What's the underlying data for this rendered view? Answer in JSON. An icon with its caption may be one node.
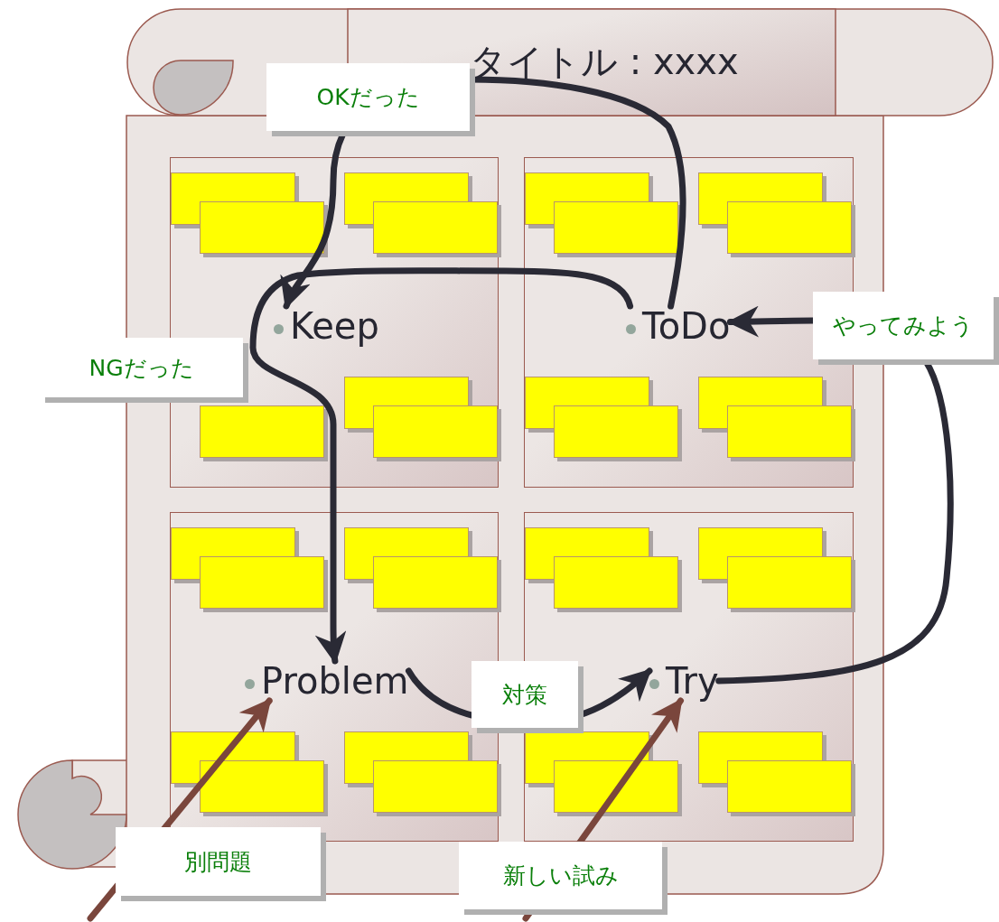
{
  "diagram": {
    "nodes": [
      {
        "text": [
          "タイトル : xxxx"
        ]
      },
      {
        "text": [],
        "shape": "box",
        "in": 0
      },
      {
        "text": [
          "Keep"
        ],
        "in": 1
      },
      {
        "text": [],
        "shape": "box",
        "in": 1
      },
      {
        "text": [],
        "shape": "box",
        "in": 1
      },
      {
        "text": [],
        "shape": "box",
        "in": 1
      },
      {
        "text": [],
        "shape": "box",
        "in": 1
      },
      {
        "text": [],
        "shape": "box",
        "in": 1
      },
      {
        "text": [],
        "shape": "box",
        "in": 1
      },
      {
        "text": [],
        "shape": "box",
        "in": 1
      },
      {
        "text": [],
        "shape": "box",
        "in": 0
      },
      {
        "text": [
          "ToDo"
        ],
        "in": 10
      },
      {
        "text": [],
        "shape": "box",
        "in": 10
      },
      {
        "text": [],
        "shape": "box",
        "in": 10
      },
      {
        "text": [],
        "shape": "box",
        "in": 10
      },
      {
        "text": [],
        "shape": "box",
        "in": 10
      },
      {
        "text": [],
        "shape": "box",
        "in": 10
      },
      {
        "text": [],
        "shape": "box",
        "in": 10
      },
      {
        "text": [],
        "shape": "box",
        "in": 10
      },
      {
        "text": [],
        "shape": "box",
        "in": 10
      },
      {
        "text": [],
        "shape": "box",
        "in": 0
      },
      {
        "text": [
          "Problem"
        ],
        "in": 20
      },
      {
        "text": [],
        "shape": "box",
        "in": 20
      },
      {
        "text": [],
        "shape": "box",
        "in": 20
      },
      {
        "text": [],
        "shape": "box",
        "in": 20
      },
      {
        "text": [],
        "shape": "box",
        "in": 20
      },
      {
        "text": [],
        "shape": "box",
        "in": 20
      },
      {
        "text": [],
        "shape": "box",
        "in": 20
      },
      {
        "text": [],
        "shape": "box",
        "in": 20
      },
      {
        "text": [],
        "shape": "box",
        "in": 20
      },
      {
        "text": [],
        "shape": "box",
        "in": 0
      },
      {
        "text": [
          "Try"
        ],
        "in": 30
      },
      {
        "text": [],
        "shape": "box",
        "in": 30
      },
      {
        "text": [],
        "shape": "box",
        "in": 30
      },
      {
        "text": [],
        "shape": "box",
        "in": 30
      },
      {
        "text": [],
        "shape": "box",
        "in": 30
      },
      {
        "text": [],
        "shape": "box",
        "in": 30
      },
      {
        "text": [],
        "shape": "box",
        "in": 30
      },
      {
        "text": [],
        "shape": "box",
        "in": 30
      },
      {
        "text": [],
        "shape": "box",
        "in": 30
      }
    ],
    "edges": [
      {
        "from": 11,
        "to": 2,
        "arrow": "to",
        "label": "OKだった"
      },
      {
        "from": 11,
        "to": 21,
        "arrow": "to",
        "label": "NGだった"
      },
      {
        "from": 31,
        "to": 11,
        "arrow": "to",
        "label": "やってみよう"
      },
      {
        "from": 21,
        "to": 31,
        "arrow": "to",
        "label": "対策"
      },
      {
        "from": null,
        "to": 21,
        "arrow": "to",
        "label": "別問題",
        "color": "#7a463c"
      },
      {
        "from": null,
        "to": 31,
        "arrow": "to",
        "label": "新しい試み",
        "color": "#7a463c"
      }
    ]
  }
}
